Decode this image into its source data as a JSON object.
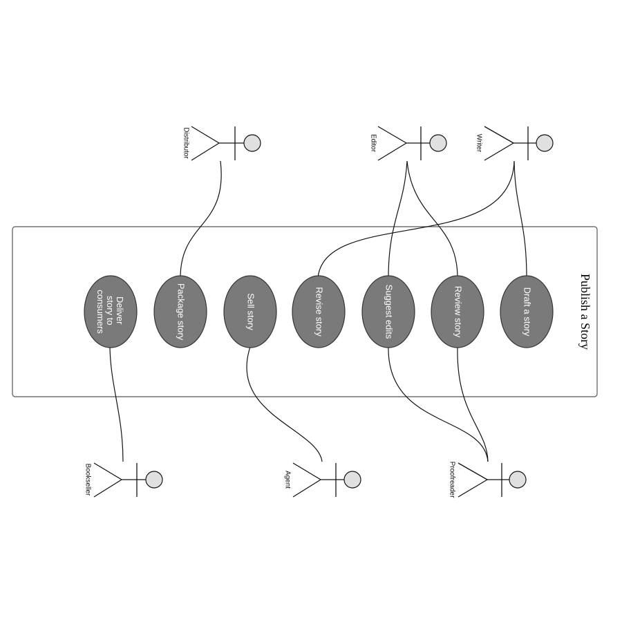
{
  "diagram": {
    "title": "Publish a Story",
    "use_cases": [
      {
        "id": "deliver",
        "lines": [
          "Deliver",
          "story to",
          "consumers"
        ]
      },
      {
        "id": "package",
        "lines": [
          "Package story"
        ]
      },
      {
        "id": "sell",
        "lines": [
          "Sell story"
        ]
      },
      {
        "id": "revise",
        "lines": [
          "Revise story"
        ]
      },
      {
        "id": "suggest",
        "lines": [
          "Suggest edits"
        ]
      },
      {
        "id": "review",
        "lines": [
          "Review story"
        ]
      },
      {
        "id": "draft",
        "lines": [
          "Draft a story"
        ]
      }
    ],
    "actors": [
      {
        "id": "distributor",
        "name": "Distributor"
      },
      {
        "id": "editor",
        "name": "Editor"
      },
      {
        "id": "writer",
        "name": "Writer"
      },
      {
        "id": "bookseller",
        "name": "Bookseller"
      },
      {
        "id": "agent",
        "name": "Agent"
      },
      {
        "id": "proofreader",
        "name": "Proofreader"
      }
    ],
    "associations": [
      [
        "distributor",
        "package"
      ],
      [
        "editor",
        "suggest"
      ],
      [
        "editor",
        "review"
      ],
      [
        "writer",
        "revise"
      ],
      [
        "writer",
        "draft"
      ],
      [
        "bookseller",
        "deliver"
      ],
      [
        "agent",
        "sell"
      ],
      [
        "proofreader",
        "suggest"
      ],
      [
        "proofreader",
        "review"
      ]
    ],
    "colors": {
      "use_case_fill": "#7a7a7a",
      "use_case_text": "#ffffff",
      "actor_head": "#e0e0e0",
      "line": "#111111"
    }
  }
}
